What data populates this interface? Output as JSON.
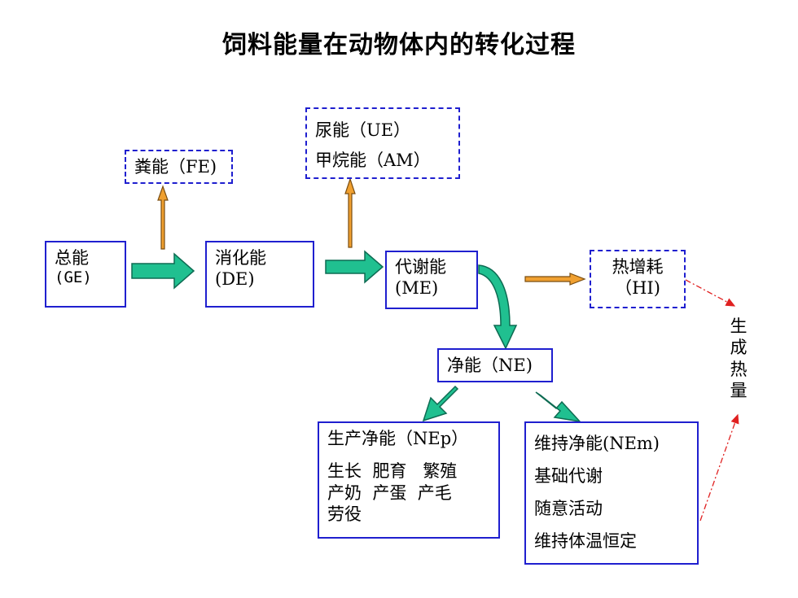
{
  "title": "饲料能量在动物体内的转化过程",
  "nodes": {
    "ge": {
      "line1": "总能",
      "line2": "(GE)"
    },
    "de": {
      "line1": "消化能",
      "line2": "(DE)"
    },
    "me": {
      "line1": "代谢能",
      "line2": "(ME)"
    },
    "fe": {
      "label": "粪能（FE)"
    },
    "ue_am": {
      "line1": "尿能（UE）",
      "line2": "甲烷能（AM）"
    },
    "hi": {
      "line1": "热增耗",
      "line2": "（HI)"
    },
    "ne": {
      "label": "净能（NE)"
    },
    "nep": {
      "title": "生产净能（NEp）",
      "line1": "生长  肥育   繁殖",
      "line2": "产奶  产蛋  产毛",
      "line3": "劳役"
    },
    "nem": {
      "title": "维持净能(NEm)",
      "items": [
        "基础代谢",
        "随意活动",
        "维持体温恒定"
      ]
    }
  },
  "heat_label": [
    "生",
    "成",
    "热",
    "量"
  ],
  "colors": {
    "box_border": "#1f1fcf",
    "green_arrow": "#20c090",
    "orange_arrow": "#f0a030",
    "red_dash": "#e02020"
  }
}
